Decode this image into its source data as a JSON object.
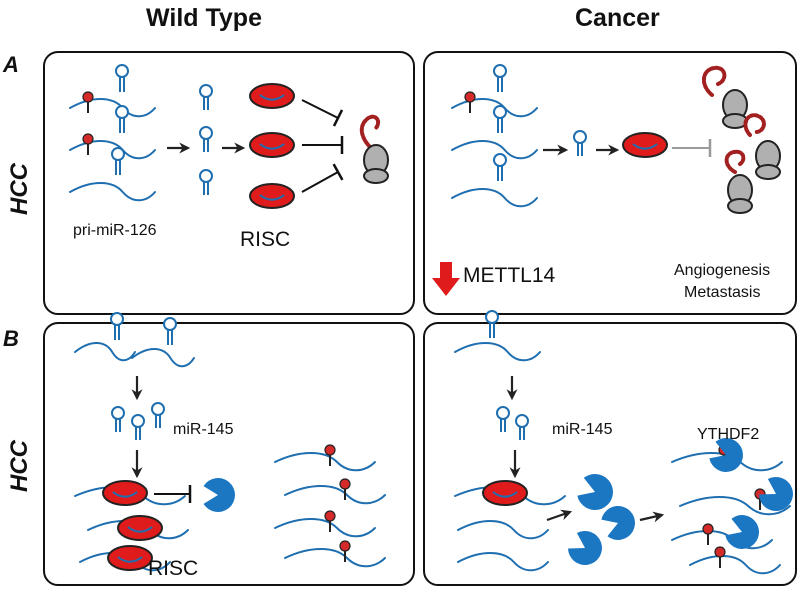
{
  "columns": {
    "left": "Wild Type",
    "right": "Cancer"
  },
  "panels": [
    {
      "letter": "A",
      "row_label": "HCC",
      "wild_type": {
        "precursor_label": "pri-miR-126",
        "complex_label": "RISC"
      },
      "cancer": {
        "regulator_label": "METTL14",
        "outcome_line1": "Angiogenesis",
        "outcome_line2": "Metastasis"
      }
    },
    {
      "letter": "B",
      "row_label": "HCC",
      "wild_type": {
        "mirna_label": "miR-145",
        "complex_label": "RISC"
      },
      "cancer": {
        "mirna_label": "miR-145",
        "reader_label": "YTHDF2"
      }
    }
  ],
  "colors": {
    "rna": "#1f6fb0",
    "m6a_mark": "#d62a2a",
    "risc": "#e01b1b",
    "ribosome": "#b0b0b0",
    "ythdf2": "#1c77c3",
    "protein": "#a32020",
    "down_arrow": "#e01b1b",
    "inhibit_weak": "#9a9a9a",
    "frame": "#111111"
  }
}
